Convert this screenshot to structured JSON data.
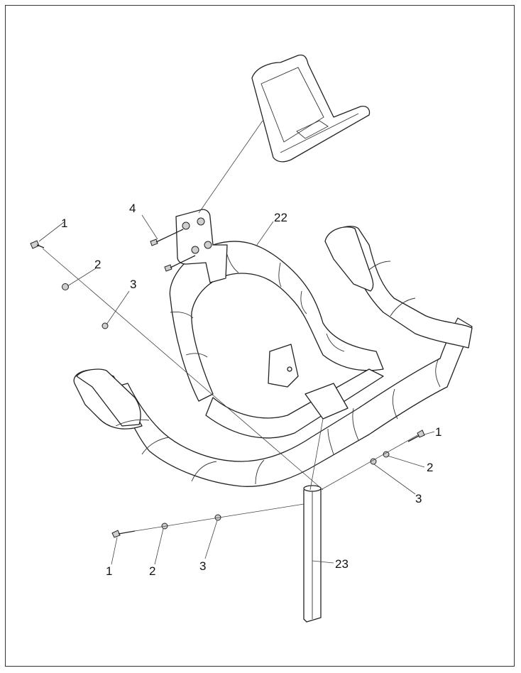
{
  "callouts": {
    "c1_upper_left": "1",
    "c2_upper_left": "2",
    "c3_upper_left": "3",
    "c4_top": "4",
    "c22": "22",
    "c1_right": "1",
    "c2_right": "2",
    "c3_right": "3",
    "c1_bottom": "1",
    "c2_bottom": "2",
    "c3_bottom": "3",
    "c23": "23"
  },
  "colors": {
    "line": "#222222",
    "border": "#333333",
    "hardware": "#cfcfcf"
  }
}
